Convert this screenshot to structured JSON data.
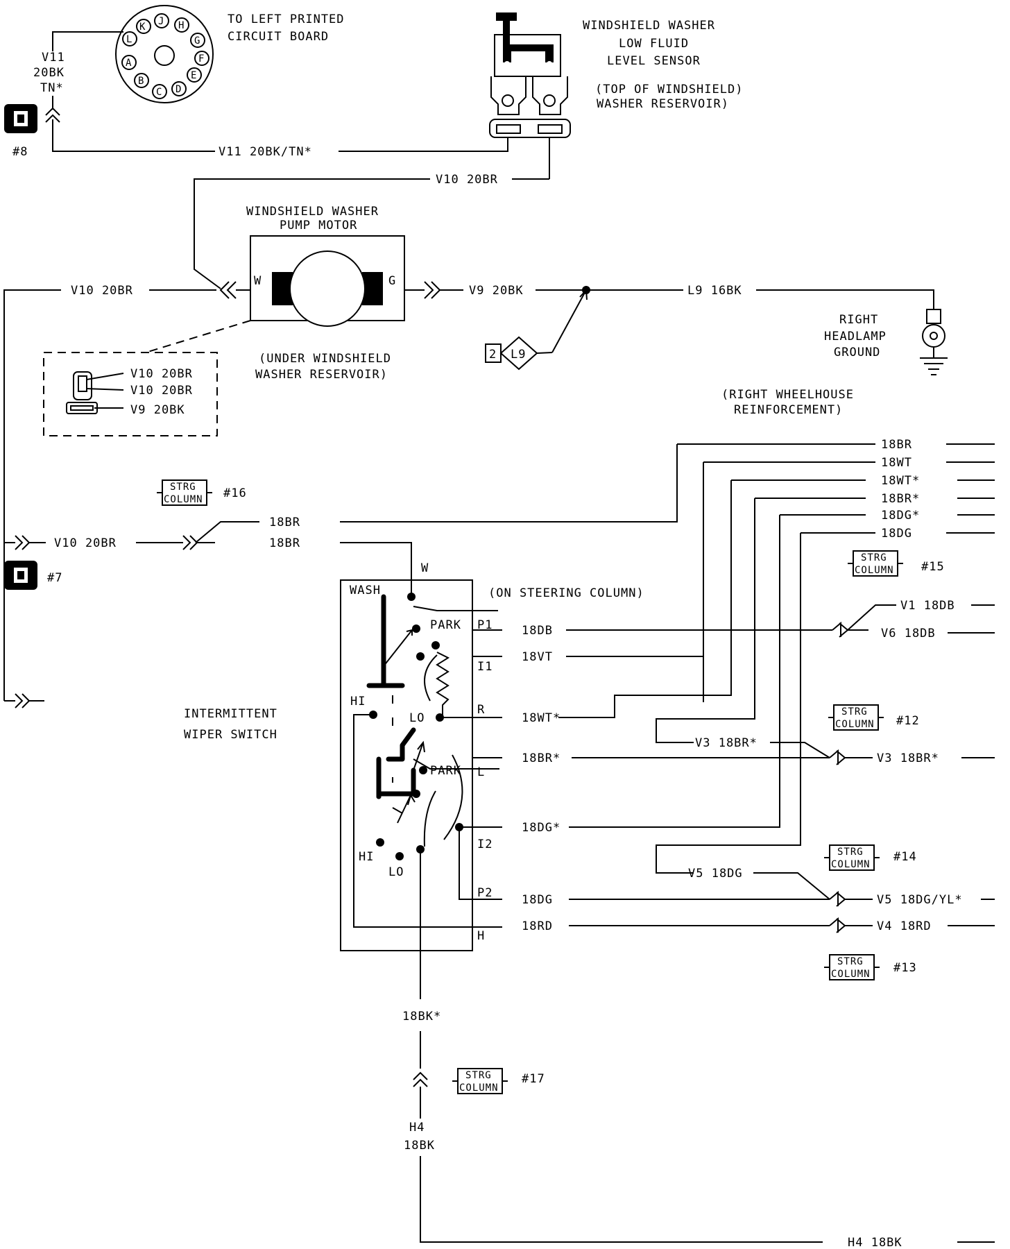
{
  "connector_pcb": {
    "title_line1": "TO LEFT PRINTED",
    "title_line2": "CIRCUIT BOARD",
    "pins": [
      "K",
      "J",
      "H",
      "L",
      "G",
      "A",
      "F",
      "B",
      "C",
      "D",
      "E"
    ]
  },
  "wire_v11": {
    "line1": "V11",
    "line2": "20BK",
    "line3": "TN*",
    "label": "V11 20BK/TN*"
  },
  "connector_8": {
    "label": "#8"
  },
  "connector_7": {
    "label": "#7"
  },
  "washer_sensor": {
    "title_line1": "WINDSHIELD WASHER",
    "title_line2": "LOW FLUID",
    "title_line3": "LEVEL SENSOR",
    "loc_line1": "(TOP OF WINDSHIELD)",
    "loc_line2": "WASHER RESERVOIR)"
  },
  "wire_v10_top": "V10 20BR",
  "pump_motor": {
    "title_line1": "WINDSHIELD WASHER",
    "title_line2": "PUMP MOTOR",
    "pin_w": "W",
    "pin_g": "G",
    "loc_line1": "(UNDER WINDSHIELD",
    "loc_line2": "WASHER RESERVOIR)"
  },
  "wire_v10_left": "V10 20BR",
  "wire_v9": "V9 20BK",
  "wire_l9": "L9 16BK",
  "splice_l9": {
    "num": "2",
    "id": "L9"
  },
  "headlamp_ground": {
    "line1": "RIGHT",
    "line2": "HEADLAMP",
    "line3": "GROUND"
  },
  "pump_connector_detail": {
    "line1": "V10 20BR",
    "line2": "V10 20BR",
    "line3": "V9 20BK"
  },
  "wheelhouse": {
    "line1": "(RIGHT WHEELHOUSE",
    "line2": "REINFORCEMENT)"
  },
  "wheelhouse_wires": [
    "18BR",
    "18WT",
    "18WT*",
    "18BR*",
    "18DG*",
    "18DG"
  ],
  "strg_column": {
    "line1": "STRG",
    "line2": "COLUMN"
  },
  "strg_refs": {
    "s16": "#16",
    "s15": "#15",
    "s12": "#12",
    "s14": "#14",
    "s13": "#13",
    "s17": "#17"
  },
  "wire_v10_bottom": "V10 20BR",
  "upper_wires": {
    "a": "18BR",
    "b": "18BR"
  },
  "switch": {
    "title_line1": "INTERMITTENT",
    "title_line2": "WIPER SWITCH",
    "location": "(ON STEERING COLUMN)",
    "label_wash": "WASH",
    "label_park1": "PARK",
    "label_park2": "PARK",
    "label_hi1": "HI",
    "label_lo1": "LO",
    "label_hi2": "HI",
    "label_lo2": "LO",
    "pin_w": "W",
    "pin_p1": "P1",
    "pin_i1": "I1",
    "pin_r": "R",
    "pin_l": "L",
    "pin_i2": "I2",
    "pin_p2": "P2",
    "pin_h": "H"
  },
  "switch_wires": {
    "p1": "18DB",
    "i1": "18VT",
    "r": "18WT*",
    "l": "18BR*",
    "i2": "18DG*",
    "p2": "18DG",
    "h": "18RD",
    "ground": "18BK*"
  },
  "right_wires": {
    "v1": "V1 18DB",
    "v6": "V6 18DB",
    "v3a": "V3 18BR*",
    "v3b": "V3 18BR*",
    "v5a": "V5 18DG",
    "v5b": "V5 18DG/YL*",
    "v4": "V4 18RD"
  },
  "ground_wire": {
    "line1": "H4",
    "line2": "18BK",
    "label": "H4 18BK"
  }
}
